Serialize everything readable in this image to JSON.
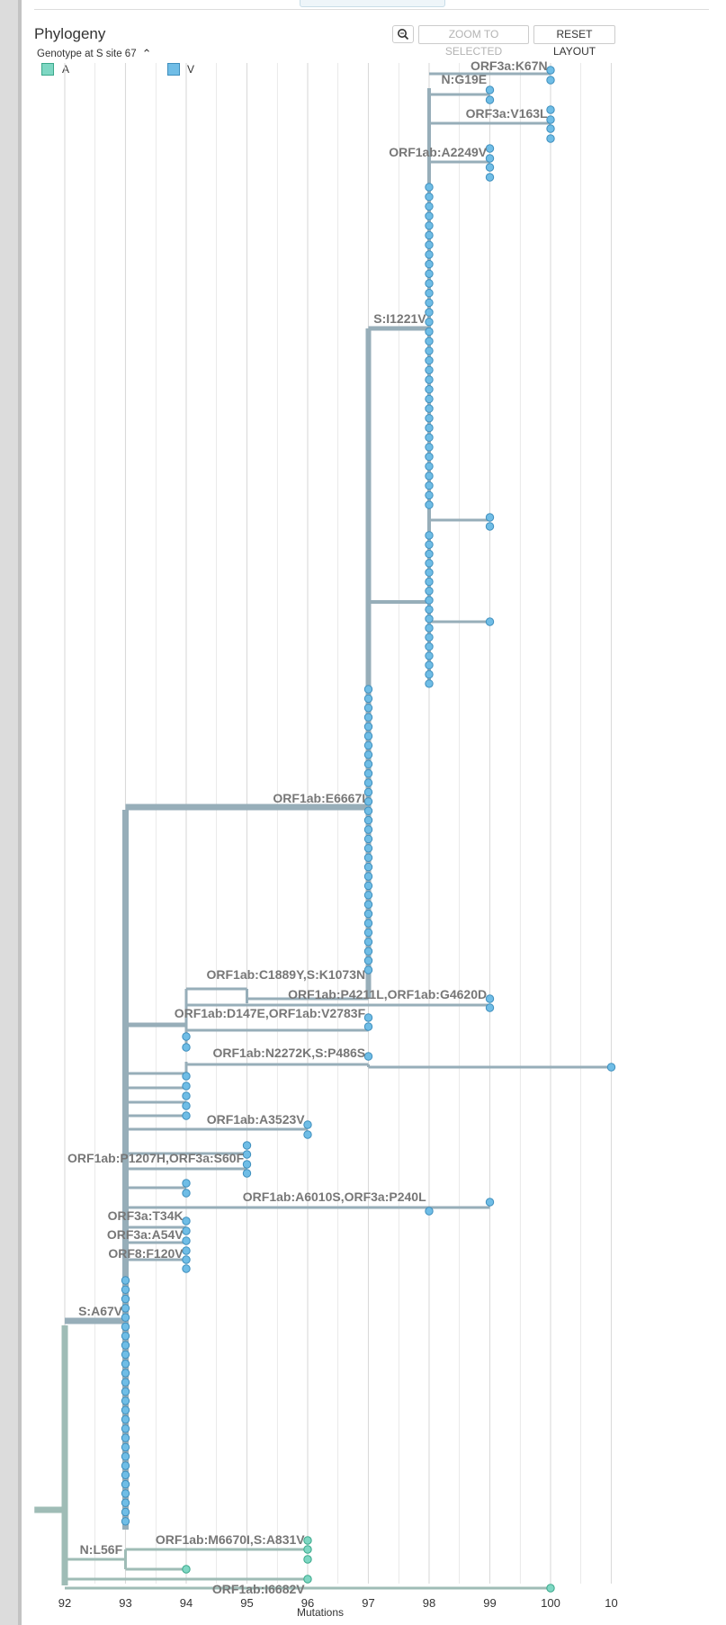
{
  "panel": {
    "title": "Phylogeny",
    "zoom_to_selected": "ZOOM TO SELECTED",
    "reset_layout": "RESET LAYOUT"
  },
  "color_by": {
    "label": "Genotype at S site 67"
  },
  "legend": [
    {
      "label": "A",
      "color": "#7ed7c3",
      "border": "#3aa88a"
    },
    {
      "label": "V",
      "color": "#70bde6",
      "border": "#3f8fbd"
    }
  ],
  "axis": {
    "title": "Mutations",
    "ticks": [
      "92",
      "93",
      "94",
      "95",
      "96",
      "97",
      "98",
      "99",
      "100",
      "10"
    ]
  },
  "colors": {
    "branch_v": "#97aeb9",
    "branch_a": "#9fbcb6",
    "tip_v": "#6fbde6",
    "tip_v_stroke": "#3f8fbd",
    "tip_a": "#7ed7c3",
    "tip_a_stroke": "#3aa88a",
    "grid": "#dadada"
  },
  "mutations": {
    "m01": "ORF3a:K67N",
    "m02": "N:G19E",
    "m03": "ORF3a:V163L",
    "m04": "ORF1ab:A2249V",
    "m05": "S:I1221V",
    "m06": "ORF1ab:E6667I",
    "m07": "ORF1ab:C1889Y,S:K1073N",
    "m08": "ORF1ab:P4211L,ORF1ab:G4620D",
    "m09": "ORF1ab:D147E,ORF1ab:V2783F",
    "m10": "ORF1ab:N2272K,S:P486S",
    "m11": "ORF1ab:A3523V",
    "m12": "ORF1ab:P1207H,ORF3a:S60F",
    "m13": "ORF1ab:A6010S,ORF3a:P240L",
    "m14": "ORF3a:T34K",
    "m15": "ORF3a:A54V",
    "m16": "ORF8:F120V",
    "m17": "S:A67V",
    "m18": "N:L56F",
    "m19": "ORF1ab:M6670I,S:A831V",
    "m20": "ORF1ab:I6682V"
  }
}
